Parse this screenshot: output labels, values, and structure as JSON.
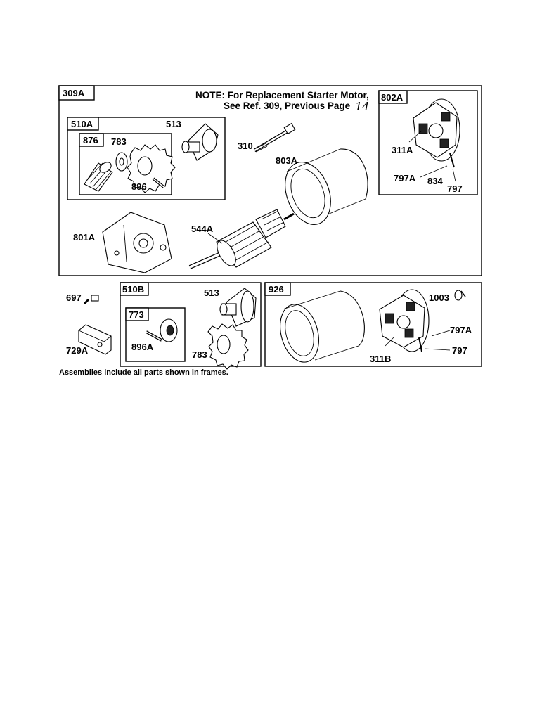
{
  "note": {
    "line1": "NOTE: For Replacement Starter Motor,",
    "line2": "See Ref. 309, Previous Page",
    "handwritten": "14"
  },
  "frames": {
    "main": "309A",
    "drive_upper": "510A",
    "pinion_upper": "876",
    "end_cap_upper": "802A",
    "drive_lower": "510B",
    "pinion_lower": "773",
    "housing_kit": "926"
  },
  "parts": {
    "p513a": "513",
    "p783a": "783",
    "p896": "896",
    "p310": "310",
    "p803a": "803A",
    "p311a": "311A",
    "p797a_upper": "797A",
    "p834": "834",
    "p797_upper": "797",
    "p801a": "801A",
    "p544a": "544A",
    "p697": "697",
    "p729a": "729A",
    "p513b": "513",
    "p896a": "896A",
    "p783b": "783",
    "p1003": "1003",
    "p797a_lower": "797A",
    "p797_lower": "797",
    "p311b": "311B"
  },
  "footer": "Assemblies include all parts shown in frames."
}
